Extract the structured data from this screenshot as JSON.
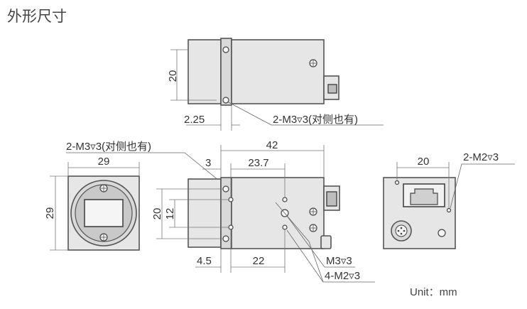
{
  "title": "外形尺寸",
  "unit_label": "Unit：mm",
  "labels": {
    "top_height": "20",
    "top_offset": "2.25",
    "top_thread": "2-M3▿3(对侧也有)",
    "front_thread": "2-M3▿3(对侧也有)",
    "front_width": "29",
    "front_height": "29",
    "side_length": "42",
    "side_3": "3",
    "side_23_7": "23.7",
    "side_20": "20",
    "side_12": "12",
    "side_4_5": "4.5",
    "side_22": "22",
    "side_m3": "M3▿3",
    "side_m2": "4-M2▿3",
    "rear_width": "20",
    "rear_thread": "2-M2▿3"
  }
}
